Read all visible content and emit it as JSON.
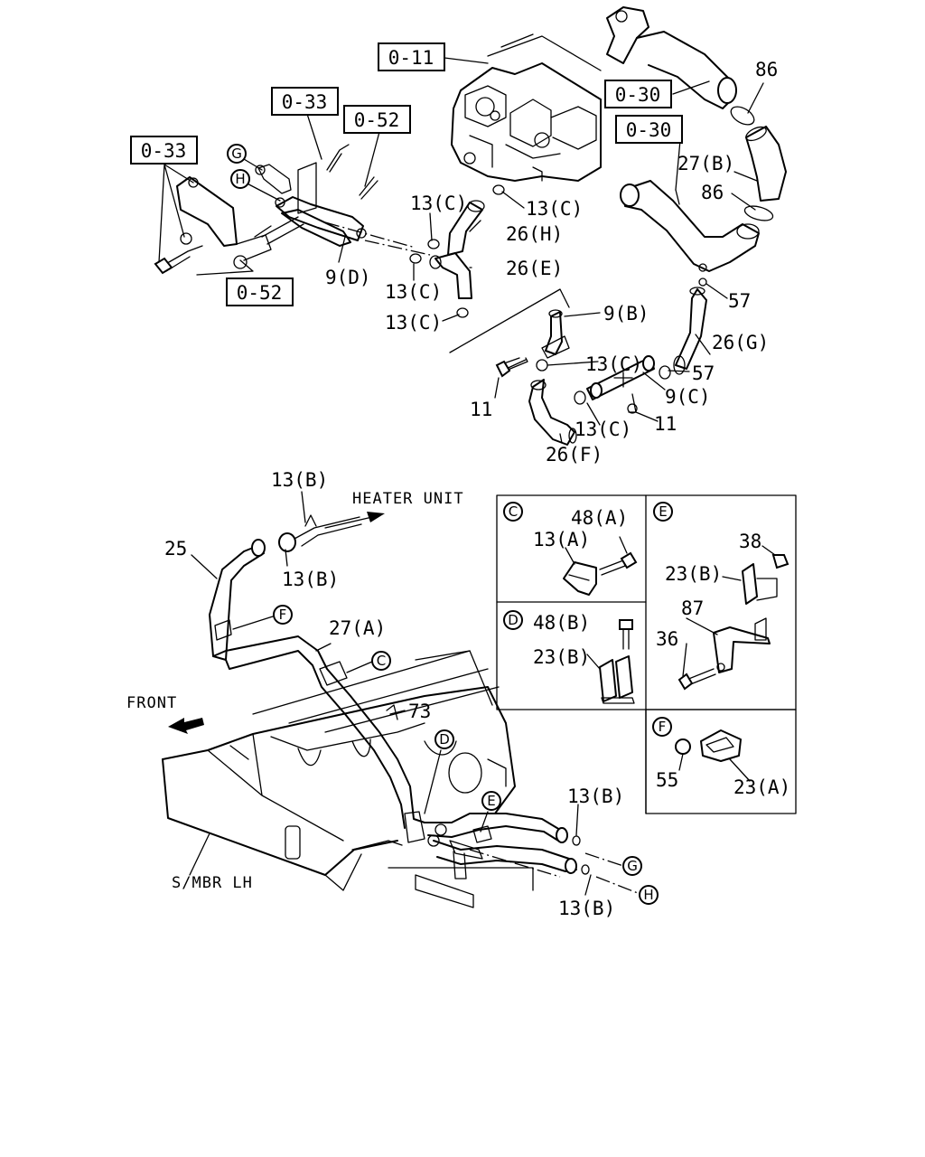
{
  "references": {
    "r011": "0-11",
    "r033a": "0-33",
    "r033b": "0-33",
    "r052a": "0-52",
    "r052b": "0-52",
    "r030a": "0-30",
    "r030b": "0-30"
  },
  "callouts": {
    "p86a": "86",
    "p27b": "27(B)",
    "p86b": "86",
    "p57a": "57",
    "p26g": "26(G)",
    "p57b": "57",
    "p9c": "9(C)",
    "p11a": "11",
    "p11b": "11",
    "p13c_bl": "13(C)",
    "p26f": "26(F)",
    "p13c_mid": "13(C)",
    "p9b": "9(B)",
    "p13c_a": "13(C)",
    "p13c_b": "13(C)",
    "p26h": "26(H)",
    "p26e": "26(E)",
    "p13c_c": "13(C)",
    "p13c_d": "13(C)",
    "p9d": "9(D)",
    "p13b_top": "13(B)",
    "p13b_mid": "13(B)",
    "p25": "25",
    "p27a": "27(A)",
    "p73": "73",
    "p13b_r": "13(B)",
    "p13b_rb": "13(B)",
    "detail_c_48a": "48(A)",
    "detail_c_13a": "13(A)",
    "detail_d_48b": "48(B)",
    "detail_d_23b": "23(B)",
    "detail_e_38": "38",
    "detail_e_23b": "23(B)",
    "detail_e_87": "87",
    "detail_e_36": "36",
    "detail_f_55": "55",
    "detail_f_23a": "23(A)"
  },
  "circle_keys": {
    "g_top": "G",
    "h_top": "H",
    "f_main": "F",
    "c_main": "C",
    "d_main": "D",
    "e_main": "E",
    "g_bot": "G",
    "h_bot": "H",
    "c_box": "C",
    "d_box": "D",
    "e_box": "E",
    "f_box": "F"
  },
  "text_labels": {
    "heater_unit": "HEATER UNIT",
    "front": "FRONT",
    "s_mbr": "S/MBR LH"
  }
}
